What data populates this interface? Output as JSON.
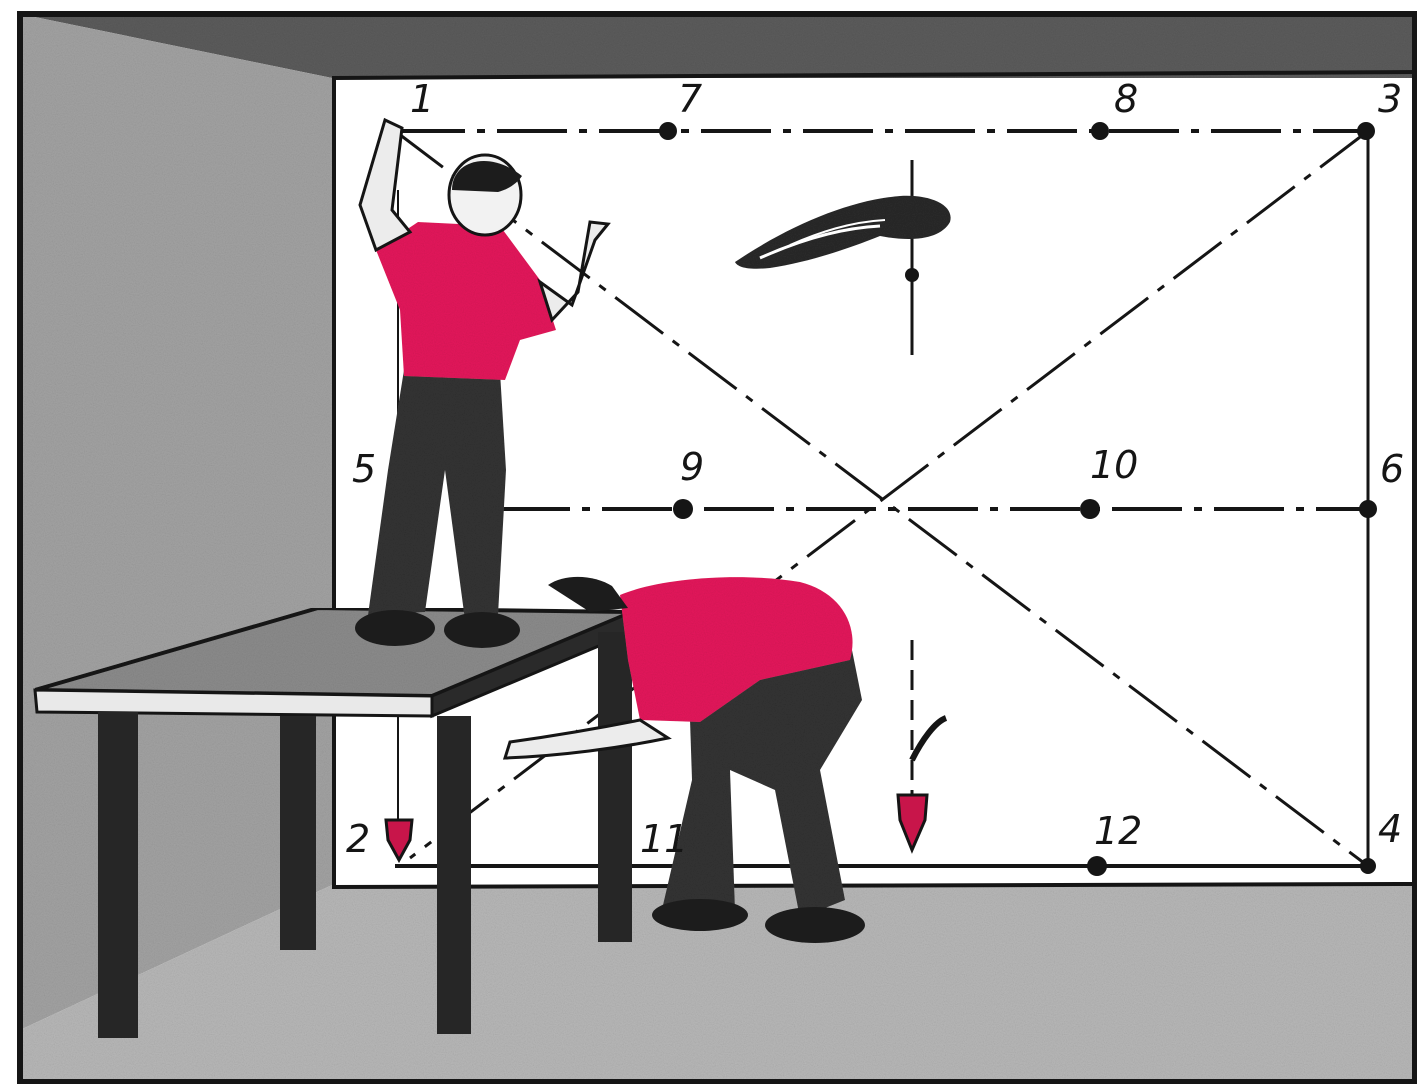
{
  "diagram": {
    "points": [
      {
        "id": "p1",
        "label": "1"
      },
      {
        "id": "p2",
        "label": "2"
      },
      {
        "id": "p3",
        "label": "3"
      },
      {
        "id": "p4",
        "label": "4"
      },
      {
        "id": "p5",
        "label": "5"
      },
      {
        "id": "p6",
        "label": "6"
      },
      {
        "id": "p7",
        "label": "7"
      },
      {
        "id": "p8",
        "label": "8"
      },
      {
        "id": "p9",
        "label": "9"
      },
      {
        "id": "p10",
        "label": "10"
      },
      {
        "id": "p11",
        "label": "11"
      },
      {
        "id": "p12",
        "label": "12"
      }
    ],
    "colors": {
      "shirt": "#e5195c",
      "trousers": "#333333",
      "side_wall": "#a3a3a3",
      "floor": "#b8b8b8",
      "ceiling": "#5c5c5c",
      "ink": "#151515"
    }
  }
}
